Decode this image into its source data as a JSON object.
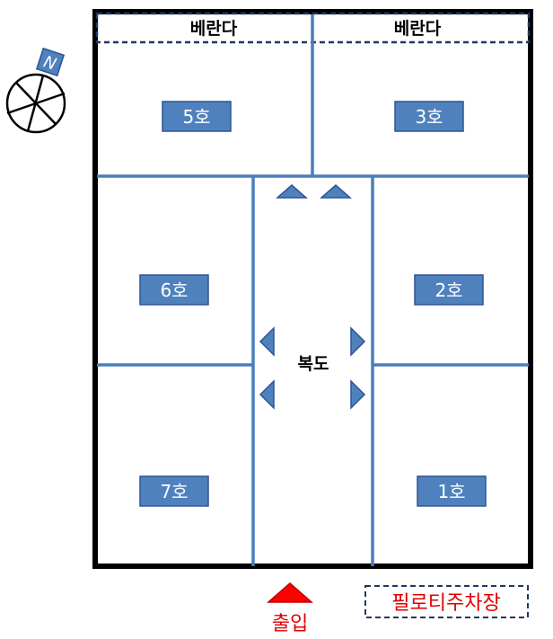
{
  "compass": {
    "north_label": "N"
  },
  "balconies": [
    {
      "label": "베란다"
    },
    {
      "label": "베란다"
    }
  ],
  "units": [
    {
      "label": "5호"
    },
    {
      "label": "3호"
    },
    {
      "label": "6호"
    },
    {
      "label": "2호"
    },
    {
      "label": "7호"
    },
    {
      "label": "1호"
    }
  ],
  "corridor": {
    "label": "복도"
  },
  "entrance": {
    "label": "출입"
  },
  "parking": {
    "label": "필로티주차장"
  },
  "colors": {
    "wall": "#000000",
    "partition": "#4a7ebb",
    "unit_box": "#4f81bd",
    "unit_box_border": "#2f5496",
    "arrow": "#4f81bd",
    "entrance_arrow": "#ff0000",
    "parking_text": "#e00000"
  }
}
